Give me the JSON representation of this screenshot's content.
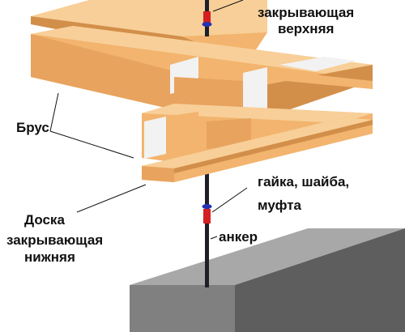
{
  "labels": {
    "top_board_line1": "закрывающая",
    "top_board_line2": "верхняя",
    "beam": "Брус",
    "nut": "гайка, шайба,",
    "coupling": "муфта",
    "anchor": "анкер",
    "bottom_board_line1": "Доска",
    "bottom_board_line2": "закрывающая",
    "bottom_board_line3": "нижняя"
  },
  "colors": {
    "wood": "#f2b46e",
    "wood_light": "#f8cf98",
    "wood_dark": "#d28f4a",
    "insulation": "#f2f2f2",
    "concrete_top": "#a8a8a8",
    "concrete_front": "#808080",
    "concrete_side": "#5e5e5e",
    "rod": "#1f1f2a",
    "nut": "#2433b4",
    "coupling": "#d42020"
  }
}
